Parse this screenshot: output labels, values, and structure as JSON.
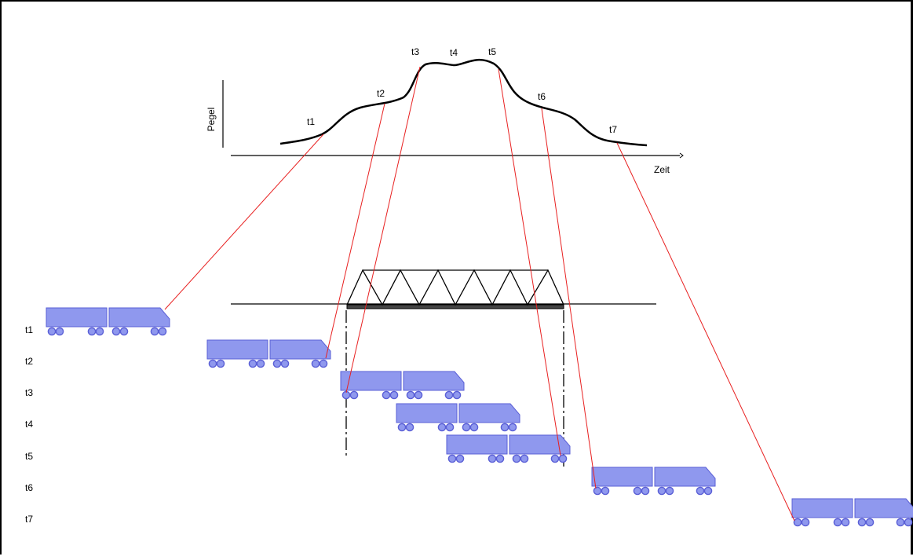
{
  "graph": {
    "y_axis_label": "Pegel",
    "x_axis_label": "Zeit",
    "time_labels": [
      "t1",
      "t2",
      "t3",
      "t4",
      "t5",
      "t6",
      "t7"
    ]
  },
  "rows": [
    "t1",
    "t2",
    "t3",
    "t4",
    "t5",
    "t6",
    "t7"
  ],
  "colors": {
    "curve": "#000000",
    "connector": "#e82020",
    "vehicle_fill": "#8f98ee",
    "vehicle_stroke": "#5a5fd6",
    "wheel_fill": "#8f98ee"
  }
}
